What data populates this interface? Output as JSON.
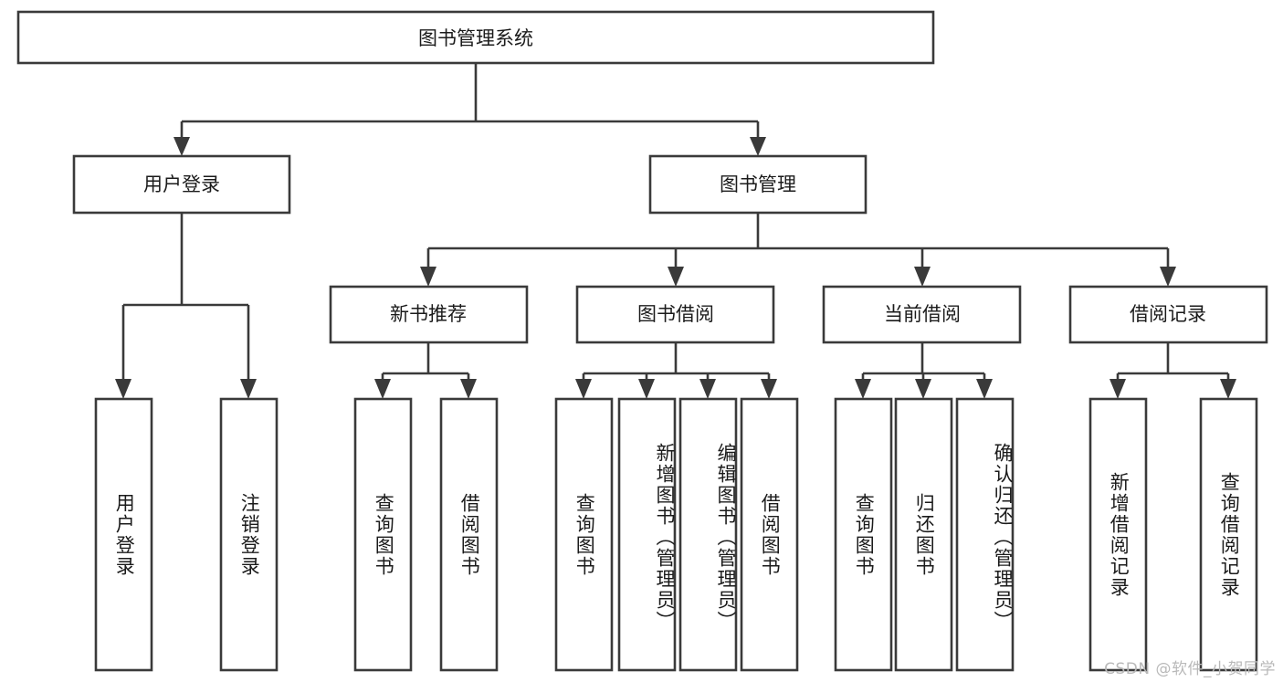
{
  "diagram": {
    "type": "tree-hierarchy-chart",
    "title": "图书管理系统",
    "watermark": "CSDN @软件_小贺同学",
    "colors": {
      "stroke": "#3a3a3a",
      "fill": "#ffffff",
      "text": "#1b1b1b",
      "watermark": "#b9b9b9",
      "background": "#ffffff"
    },
    "root": {
      "label": "图书管理系统"
    },
    "level2": [
      {
        "label": "用户登录"
      },
      {
        "label": "图书管理"
      }
    ],
    "level3": [
      {
        "label": "新书推荐"
      },
      {
        "label": "图书借阅"
      },
      {
        "label": "当前借阅"
      },
      {
        "label": "借阅记录"
      }
    ],
    "leaves": {
      "user_login": [
        {
          "label": "用户登录"
        },
        {
          "label": "注销登录"
        }
      ],
      "new_book_recommend": [
        {
          "label": "查询图书"
        },
        {
          "label": "借阅图书"
        }
      ],
      "book_borrow": [
        {
          "label": "查询图书"
        },
        {
          "label": "新增图书（管理员）"
        },
        {
          "label": "编辑图书（管理员）"
        },
        {
          "label": "借阅图书"
        }
      ],
      "current_borrow": [
        {
          "label": "查询图书"
        },
        {
          "label": "归还图书"
        },
        {
          "label": "确认归还（管理员）"
        }
      ],
      "borrow_record": [
        {
          "label": "新增借阅记录"
        },
        {
          "label": "查询借阅记录"
        }
      ]
    }
  }
}
